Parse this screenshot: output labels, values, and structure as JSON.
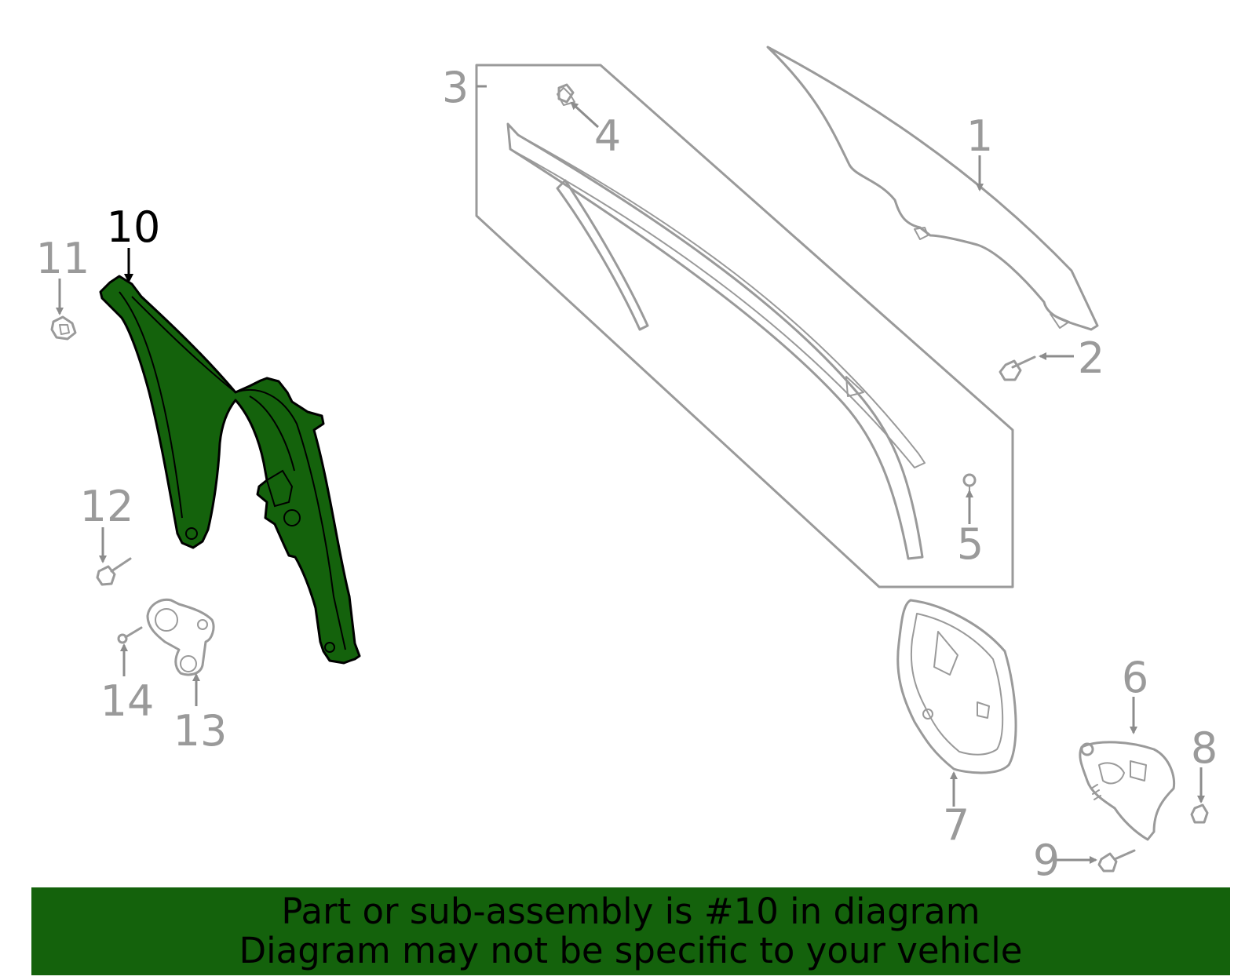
{
  "callouts": {
    "c1": "1",
    "c2": "2",
    "c3": "3",
    "c4": "4",
    "c5": "5",
    "c6": "6",
    "c7": "7",
    "c8": "8",
    "c9": "9",
    "c10": "10",
    "c11": "11",
    "c12": "12",
    "c13": "13",
    "c14": "14"
  },
  "highlight": {
    "part_number": "10",
    "fill_color": "#14620c",
    "outline_color": "#000000"
  },
  "colors": {
    "outline": "#9a9a9a",
    "panel": "#f7f7f7",
    "banner": "#14620c"
  },
  "banner": {
    "line1": "Part or sub-assembly is #10 in diagram",
    "line2": "Diagram may not be specific to your vehicle"
  }
}
